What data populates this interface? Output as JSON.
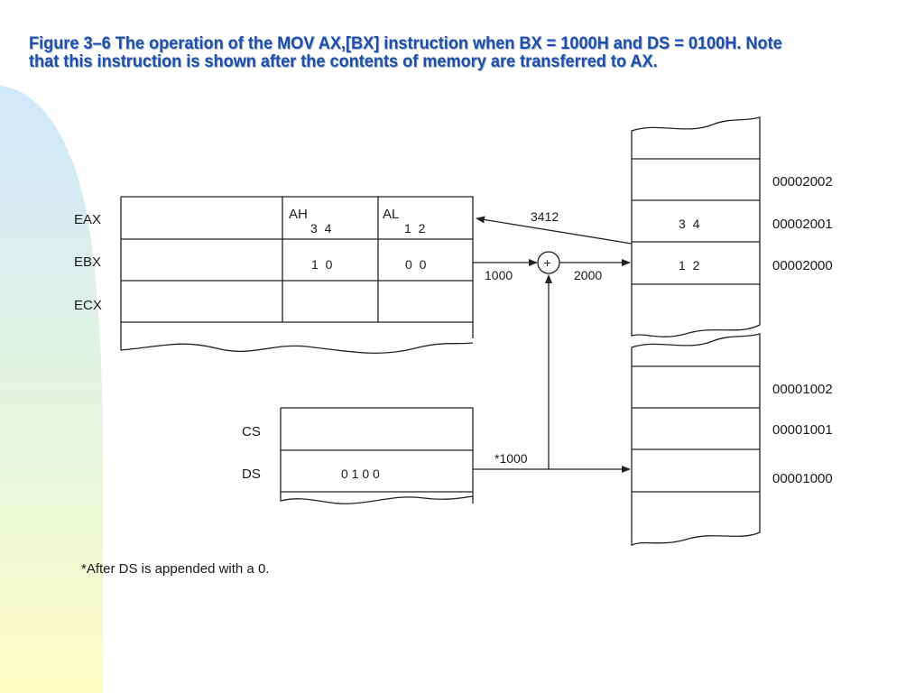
{
  "caption": {
    "line1": "Figure 3–6  The operation of the MOV AX,[BX] instruction when BX = 1000H and DS = 0100H. Note",
    "line2": "that this instruction is shown after the contents of memory are transferred to AX."
  },
  "registers": {
    "eax_label": "EAX",
    "ebx_label": "EBX",
    "ecx_label": "ECX",
    "ah_label": "AH",
    "al_label": "AL",
    "ah_value": "3  4",
    "al_value": "1  2",
    "bh_value": "1  0",
    "bl_value": "0  0"
  },
  "segments": {
    "cs_label": "CS",
    "ds_label": "DS",
    "ds_value": "0 1 0 0"
  },
  "adder": {
    "symbol": "+",
    "offset_in": "1000",
    "result": "2000",
    "segment_in": "*1000",
    "transfer": "3412"
  },
  "memory_upper": {
    "addresses": [
      "00002002",
      "00002001",
      "00002000"
    ],
    "values": [
      "",
      "3  4",
      "1  2"
    ]
  },
  "memory_lower": {
    "addresses": [
      "00001002",
      "00001001",
      "00001000"
    ]
  },
  "footnote": "*After DS is appended with a 0.",
  "colors": {
    "caption": "#1f4fa6",
    "side_gradient_top": "#cfe8fb",
    "side_gradient_bottom": "#fcfdc4"
  }
}
